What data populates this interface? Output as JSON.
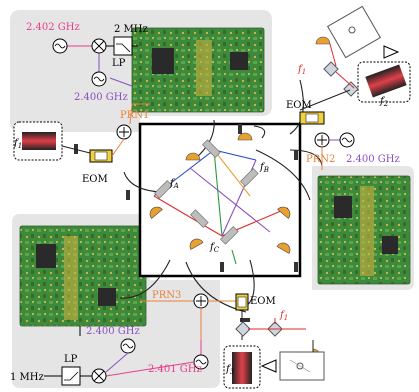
{
  "top_left": {
    "freq_rf": "2.402 GHz",
    "freq_lo": "2.400 GHz",
    "filter_cutoff": "2 MHz",
    "filter_label": "LP",
    "prn": "PRN1"
  },
  "right": {
    "freq_lo": "2.400 GHz",
    "prn": "PRN2",
    "eom": "EOM",
    "laser_f1": "f",
    "laser_f1_sub": "1",
    "laser_f2": "f",
    "laser_f2_sub": "2"
  },
  "left": {
    "laser": "f",
    "laser_sub": "1",
    "eom": "EOM"
  },
  "center": {
    "fa": "f",
    "fa_sub": "A",
    "fb": "f",
    "fb_sub": "B",
    "fc": "f",
    "fc_sub": "C"
  },
  "bottom_left": {
    "freq_lo": "2.400 GHz",
    "freq_rf": "2.401 GHz",
    "filter_cutoff": "1 MHz",
    "filter_label": "LP",
    "prn": "PRN3"
  },
  "bottom_right": {
    "eom": "EOM",
    "laser_f1": "f",
    "laser_f1_sub": "1",
    "laser_f3": "f",
    "laser_f3_sub": "3"
  },
  "colors": {
    "pink": "#e83e8c",
    "purple": "#8a4fbf",
    "orange": "#e8803a",
    "panel": "#e6e6e6",
    "pcb": "#3f8a3a"
  }
}
